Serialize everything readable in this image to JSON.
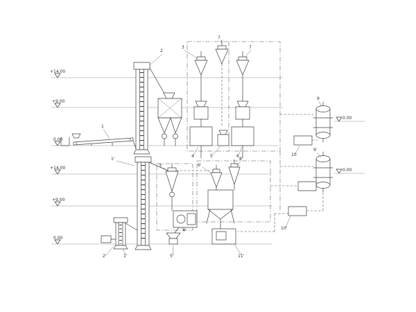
{
  "diagram": {
    "kind": "process-flow-engineering-drawing",
    "background": "#ffffff",
    "line_color": "#3d3d3d",
    "icons": {
      "elevation_marker": "▽"
    },
    "elevations_left": [
      {
        "label": "+14.00"
      },
      {
        "label": "+9.00"
      },
      {
        "label": "0.00"
      },
      {
        "label": "+14.00"
      },
      {
        "label": "+9.00"
      },
      {
        "label": "0.00"
      }
    ],
    "elevations_right": [
      {
        "label": "0.00"
      },
      {
        "label": "0.00"
      }
    ],
    "equipment_callouts": [
      {
        "label": "1"
      },
      {
        "label": "2"
      },
      {
        "label": "3"
      },
      {
        "label": "7"
      },
      {
        "label": "7"
      },
      {
        "label": "4"
      },
      {
        "label": "5"
      },
      {
        "label": "6"
      },
      {
        "label": "9"
      },
      {
        "label": "9'"
      },
      {
        "label": "10"
      },
      {
        "label": "10'"
      },
      {
        "label": "1'"
      },
      {
        "label": "3'"
      },
      {
        "label": "6'"
      },
      {
        "label": "8'"
      },
      {
        "label": "4'"
      },
      {
        "label": "5'"
      },
      {
        "label": "2'"
      },
      {
        "label": "1'"
      },
      {
        "label": "11'"
      }
    ]
  }
}
